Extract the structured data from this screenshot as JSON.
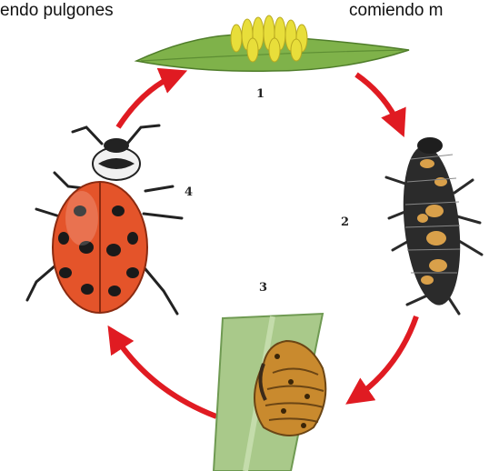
{
  "captions": {
    "left": "endo pulgones",
    "right": "comiendo m"
  },
  "stages": [
    {
      "number": "1",
      "subject": "eggs-on-leaf"
    },
    {
      "number": "2",
      "subject": "larva"
    },
    {
      "number": "3",
      "subject": "pupa"
    },
    {
      "number": "4",
      "subject": "adult-ladybug"
    }
  ],
  "colors": {
    "arrow": "#e01b22",
    "leaf": "#7fb24a",
    "eggs": "#e8de3a",
    "ladybug_shell": "#e4542a",
    "spots": "#1a1a1a",
    "pupa": "#c98a2e",
    "stem": "#a9c98a"
  }
}
